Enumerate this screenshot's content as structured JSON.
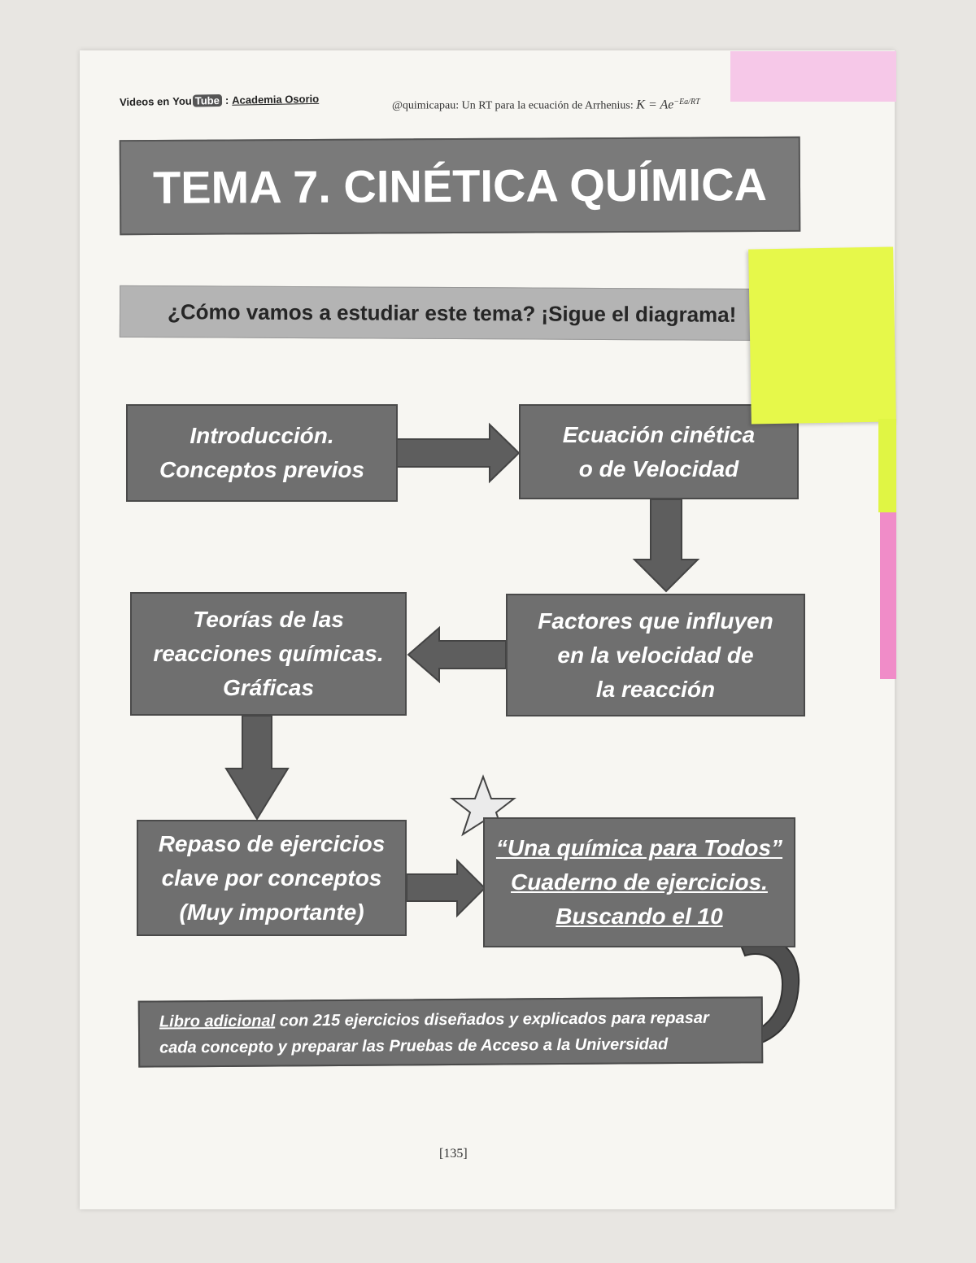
{
  "header": {
    "videos_label": "Videos en",
    "youtube_you": "You",
    "youtube_tube": "Tube",
    "channel_separator": ":",
    "channel_name": "Academia Osorio",
    "right_text": "@quimicapau: Un RT para la ecuación de Arrhenius:",
    "formula_main": "K = Ae",
    "formula_exp": "−Ea/RT"
  },
  "title": "TEMA 7. CINÉTICA QUÍMICA",
  "subtitle": "¿Cómo vamos a estudiar este tema? ¡Sigue el diagrama!",
  "boxes": {
    "intro": [
      "Introducción.",
      "Conceptos previos"
    ],
    "ecuacion": [
      "Ecuación cinética",
      "o de Velocidad"
    ],
    "teorias": [
      "Teorías de las",
      "reacciones químicas.",
      "Gráficas"
    ],
    "factores": [
      "Factores que influyen",
      "en la velocidad de",
      "la reacción"
    ],
    "repaso": [
      "Repaso de ejercicios",
      "clave por conceptos",
      "(Muy importante)"
    ],
    "cuaderno": [
      "“Una química para Todos”",
      "Cuaderno de ejercicios.",
      "Buscando el 10"
    ]
  },
  "bottom": {
    "underlined": "Libro adicional",
    "line1_rest": " con 215 ejercicios diseñados y explicados para repasar",
    "line2": "cada concepto y preparar las Pruebas de Acceso a la Universidad"
  },
  "page_number": "[135]",
  "colors": {
    "box_fill": "#6f6f6f",
    "title_fill": "#7a7a7a",
    "subtitle_fill": "#b4b4b4",
    "arrow_fill": "#5e5e5e",
    "sticky_yellow": "#e6f84a",
    "sticky_pink": "#f08cc8"
  }
}
